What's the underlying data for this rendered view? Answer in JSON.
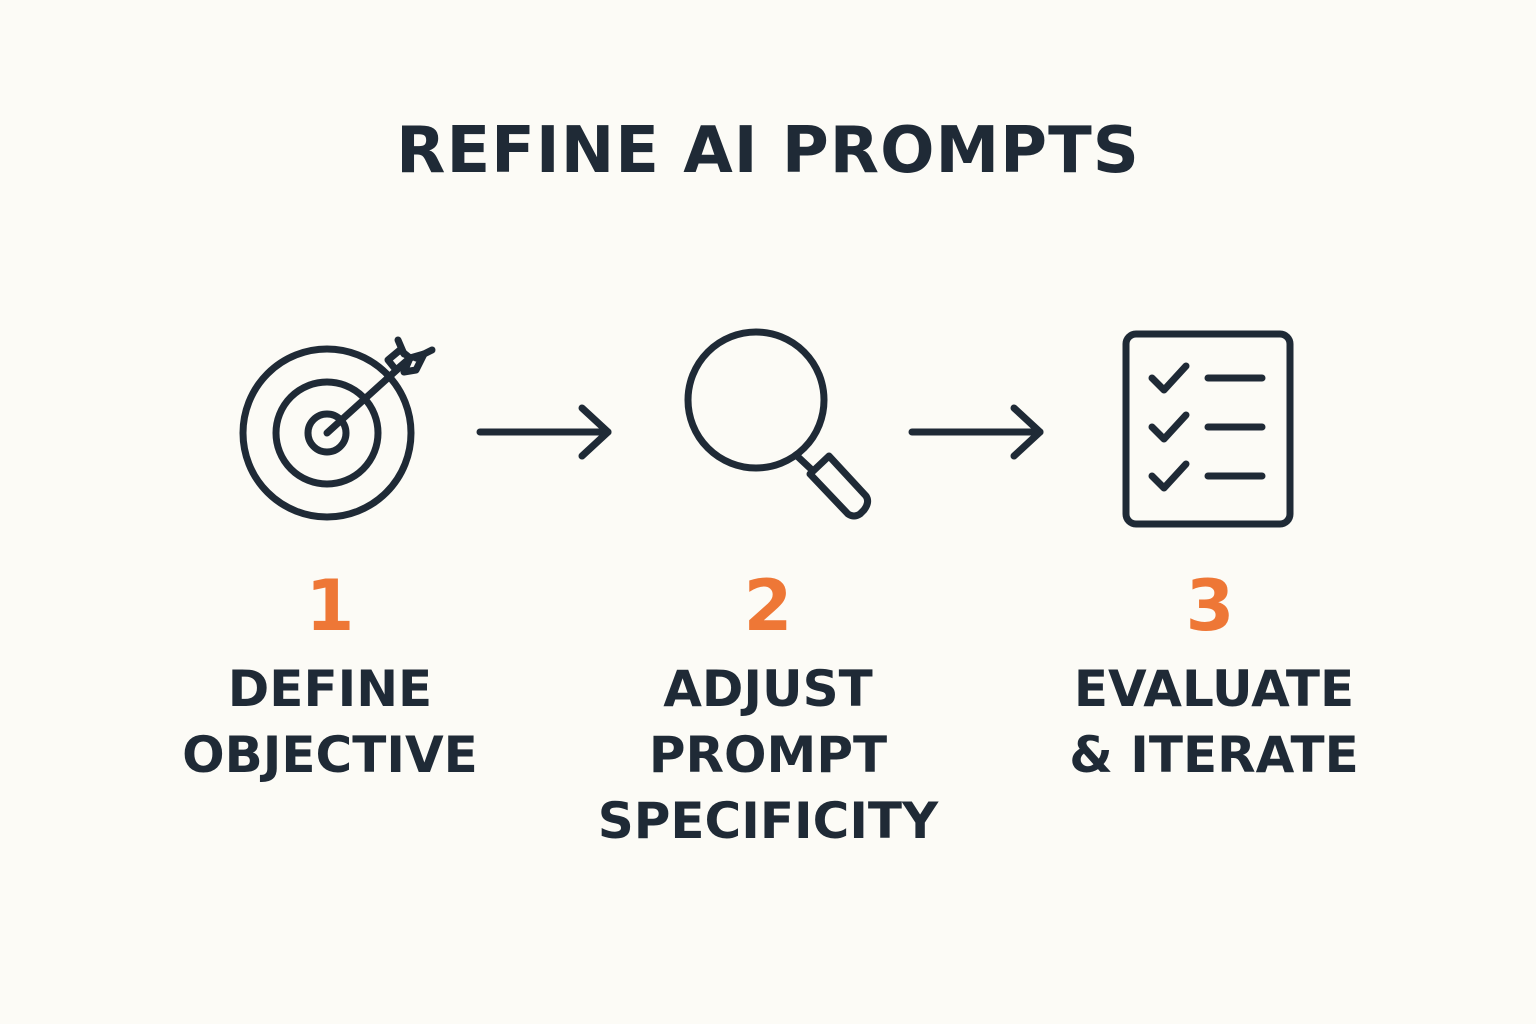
{
  "title": "REFINE AI PROMPTS",
  "colors": {
    "background": "#fcfbf6",
    "ink": "#1f2a36",
    "accent": "#ee7736"
  },
  "steps": [
    {
      "number": "1",
      "label": "DEFINE\nOBJECTIVE",
      "icon": "target-arrow-icon"
    },
    {
      "number": "2",
      "label": "ADJUST\nPROMPT\nSPECIFICITY",
      "icon": "magnifying-glass-icon"
    },
    {
      "number": "3",
      "label": "EVALUATE\n& ITERATE",
      "icon": "checklist-icon"
    }
  ]
}
